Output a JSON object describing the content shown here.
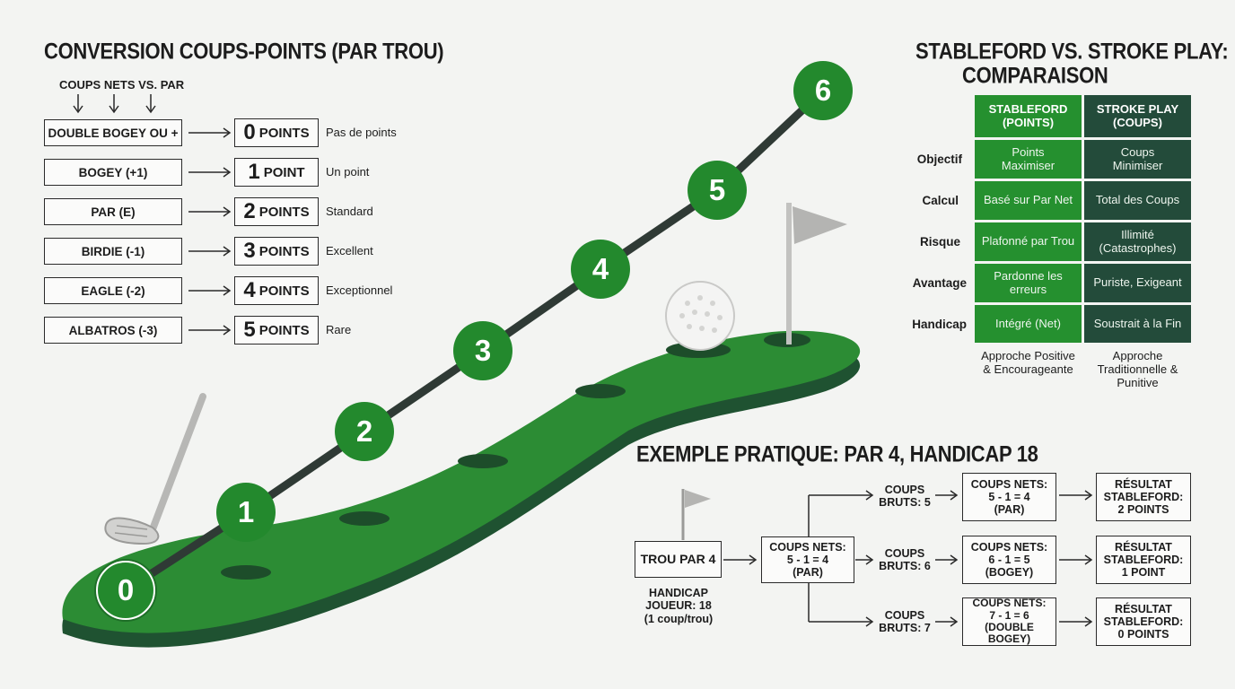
{
  "conversion": {
    "title": "CONVERSION COUPS-POINTS (PAR TROU)",
    "subtitle": "COUPS NETS VS. PAR",
    "rows": [
      {
        "score": "DOUBLE BOGEY OU +",
        "points": "0",
        "unit": "POINTS",
        "note": "Pas de points"
      },
      {
        "score": "BOGEY (+1)",
        "points": "1",
        "unit": "POINT",
        "note": "Un point"
      },
      {
        "score": "PAR (E)",
        "points": "2",
        "unit": "POINTS",
        "note": "Standard"
      },
      {
        "score": "BIRDIE (-1)",
        "points": "3",
        "unit": "POINTS",
        "note": "Excellent"
      },
      {
        "score": "EAGLE (-2)",
        "points": "4",
        "unit": "POINTS",
        "note": "Exceptionnel"
      },
      {
        "score": "ALBATROS (-3)",
        "points": "5",
        "unit": "POINTS",
        "note": "Rare"
      }
    ]
  },
  "path": {
    "steps": [
      "0",
      "1",
      "2",
      "3",
      "4",
      "5",
      "6"
    ],
    "colors": {
      "green": "#23892d",
      "dark": "#2f3a35"
    }
  },
  "comparison": {
    "title_line1": "STABLEFORD VS. STROKE PLAY:",
    "title_line2": "COMPARAISON",
    "col1_header": "STABLEFORD\n(POINTS)",
    "col2_header": "STROKE PLAY\n(COUPS)",
    "rows": [
      {
        "label": "Objectif",
        "stableford": "Points\nMaximiser",
        "stroke": "Coups\nMinimiser"
      },
      {
        "label": "Calcul",
        "stableford": "Basé sur Par Net",
        "stroke": "Total des Coups"
      },
      {
        "label": "Risque",
        "stableford": "Plafonné par Trou",
        "stroke": "Illimité\n(Catastrophes)"
      },
      {
        "label": "Avantage",
        "stableford": "Pardonne les\nerreurs",
        "stroke": "Puriste, Exigeant"
      },
      {
        "label": "Handicap",
        "stableford": "Intégré (Net)",
        "stroke": "Soustrait à la Fin"
      }
    ],
    "footer1": "Approche Positive\n& Encourageante",
    "footer2": "Approche\nTraditionnelle &\nPunitive",
    "colors": {
      "stableford": "#25902f",
      "stroke": "#234b3a"
    }
  },
  "example": {
    "title": "EXEMPLE PRATIQUE: PAR 4, HANDICAP 18",
    "hole": "TROU PAR 4",
    "handicap_note": "HANDICAP\nJOUEUR: 18\n(1 coup/trou)",
    "center_box": "COUPS NETS:\n5 - 1 = 4\n(PAR)",
    "branches": [
      {
        "gross": "COUPS\nBRUTS: 5",
        "net": "COUPS NETS:\n5 - 1 = 4\n(PAR)",
        "result": "RÉSULTAT\nSTABLEFORD:\n2 POINTS"
      },
      {
        "gross": "COUPS\nBRUTS: 6",
        "net": "COUPS NETS:\n6 - 1 = 5\n(BOGEY)",
        "result": "RÉSULTAT\nSTABLEFORD:\n1 POINT"
      },
      {
        "gross": "COUPS\nBRUTS: 7",
        "net": "COUPS NETS:\n7 - 1 = 6\n(DOUBLE BOGEY)",
        "result": "RÉSULTAT\nSTABLEFORD:\n0 POINTS"
      }
    ]
  }
}
